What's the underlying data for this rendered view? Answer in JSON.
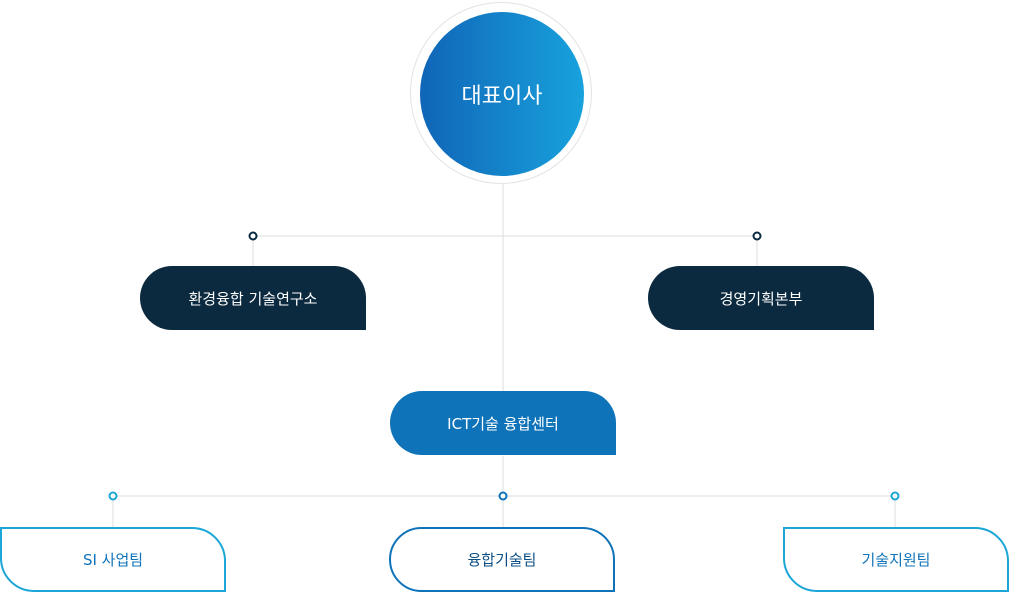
{
  "org": {
    "ceo": "대표이사",
    "lab": "환경융합 기술연구소",
    "planning": "경영기획본부",
    "ict_center": "ICT기술 융합센터",
    "teams": [
      "SI 사업팀",
      "융합기술팀",
      "기술지원팀"
    ]
  },
  "colors": {
    "dark_navy": "#0b2a3f",
    "blue": "#0f73ba",
    "light_blue": "#1aa6d6",
    "line": "#dcdcdc"
  }
}
